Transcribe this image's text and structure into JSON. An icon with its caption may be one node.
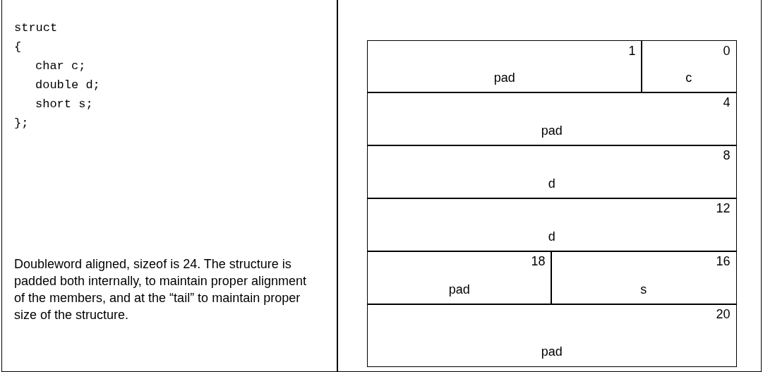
{
  "diagram": {
    "labels": [
      "struct",
      "{",
      "char c;",
      "double d;",
      "short s;",
      "};",
      "Doubleword aligned, sizeof is 24. The structure is padded both internally, to maintain proper alignment of the members, and at the “tail” to maintain proper size of the structure.",
      "1",
      "pad",
      "0",
      "c",
      "4",
      "pad",
      "8",
      "d",
      "12",
      "d",
      "18",
      "pad",
      "16",
      "s",
      "20",
      "pad"
    ]
  }
}
